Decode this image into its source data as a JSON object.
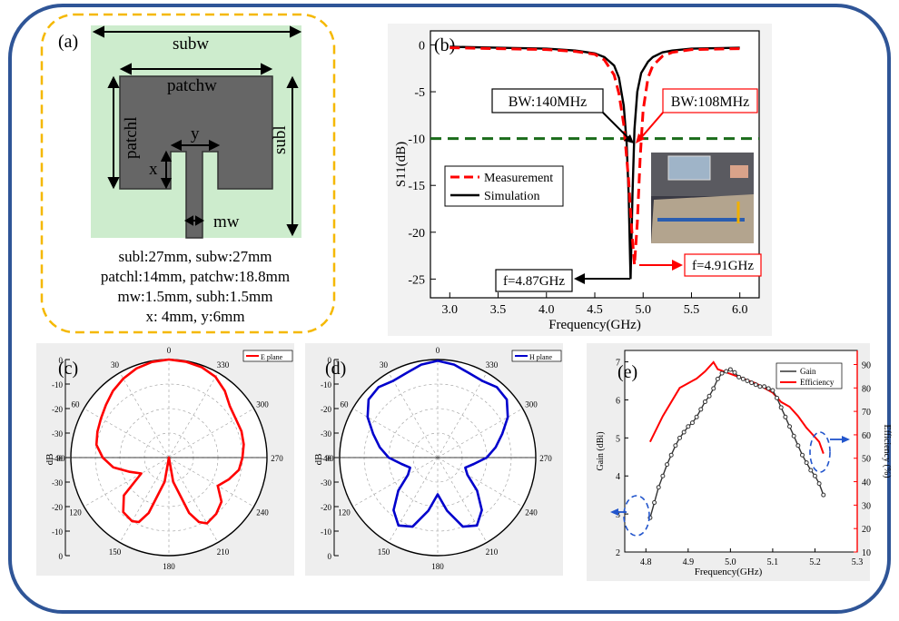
{
  "colors": {
    "frame": "#2f5597",
    "panel_a_border": "#f5b800",
    "substrate": "#cdeccd",
    "patch": "#666666",
    "measurement": "#ff0000",
    "simulation": "#000000",
    "threshold": "#1a6b1a",
    "e_plane": "#ff0000",
    "h_plane": "#0000cc",
    "gain": "#333333",
    "efficiency": "#ff0000",
    "marker_arrow": "#2255cc"
  },
  "panel_a": {
    "label": "(a)",
    "dims": {
      "subw": "subw",
      "subl": "subl",
      "patchw": "patchw",
      "patchl": "patchl",
      "x": "x",
      "y": "y",
      "mw": "mw"
    },
    "specs": [
      "subl:27mm, subw:27mm",
      "patchl:14mm, patchw:18.8mm",
      "mw:1.5mm, subh:1.5mm",
      "x: 4mm, y:6mm"
    ]
  },
  "panel_b": {
    "label": "(b)",
    "annotations": {
      "bw_sim": "BW:140MHz",
      "bw_meas": "BW:108MHz",
      "f_sim": "f=4.87GHz",
      "f_meas": "f=4.91GHz"
    },
    "photo_icon": "antenna-measurement-photo"
  },
  "panel_c": {
    "label": "(c)"
  },
  "panel_d": {
    "label": "(d)"
  },
  "panel_e": {
    "label": "(e)"
  },
  "chart_data": [
    {
      "id": "b",
      "type": "line",
      "xlabel": "Frequency(GHz)",
      "ylabel": "S11(dB)",
      "xlim": [
        2.8,
        6.2
      ],
      "ylim": [
        -27,
        1.5
      ],
      "xticks": [
        3.0,
        3.5,
        4.0,
        4.5,
        5.0,
        5.5,
        6.0
      ],
      "yticks": [
        0,
        -5,
        -10,
        -15,
        -20,
        -25
      ],
      "xtick_labels": [
        "3.0",
        "3.5",
        "4.0",
        "4.5",
        "5.0",
        "5.5",
        "6.0"
      ],
      "ytick_labels": [
        "0",
        "-5",
        "-10",
        "-15",
        "-20",
        "-25"
      ],
      "threshold": -10,
      "legend": "left-middle",
      "series": [
        {
          "name": "Measurement",
          "style": "dashed",
          "x": [
            3.0,
            3.5,
            4.0,
            4.3,
            4.5,
            4.6,
            4.7,
            4.75,
            4.8,
            4.85,
            4.88,
            4.91,
            4.94,
            4.97,
            5.0,
            5.05,
            5.1,
            5.2,
            5.3,
            5.5,
            6.0
          ],
          "y": [
            -0.3,
            -0.4,
            -0.5,
            -0.7,
            -1.0,
            -1.6,
            -3.2,
            -5.2,
            -8.5,
            -14.5,
            -19.5,
            -23.5,
            -19.0,
            -12.0,
            -7.0,
            -3.5,
            -2.2,
            -1.2,
            -0.8,
            -0.5,
            -0.4
          ]
        },
        {
          "name": "Simulation",
          "style": "solid",
          "x": [
            3.0,
            3.5,
            4.0,
            4.3,
            4.5,
            4.6,
            4.7,
            4.75,
            4.8,
            4.83,
            4.85,
            4.87,
            4.89,
            4.91,
            4.94,
            4.98,
            5.05,
            5.1,
            5.2,
            5.3,
            5.5,
            6.0
          ],
          "y": [
            -0.2,
            -0.3,
            -0.4,
            -0.6,
            -0.9,
            -1.3,
            -2.2,
            -3.5,
            -6.5,
            -10.5,
            -16.0,
            -25.0,
            -16.0,
            -9.0,
            -5.0,
            -3.0,
            -1.8,
            -1.3,
            -0.8,
            -0.6,
            -0.4,
            -0.3
          ]
        }
      ]
    },
    {
      "id": "c",
      "type": "polar",
      "radial_ticks": [
        0,
        -10,
        -20,
        -30,
        -40,
        -30,
        -20,
        -10,
        0
      ],
      "angle_labels": [
        "0",
        "30",
        "60",
        "90",
        "120",
        "150",
        "180",
        "210",
        "240",
        "270",
        "300",
        "330"
      ],
      "r_range_db": [
        -40,
        0
      ],
      "ylabel": "dB",
      "legend": "top-right",
      "series": [
        {
          "name": "E plane",
          "angle": [
            0,
            10,
            20,
            30,
            40,
            50,
            60,
            70,
            80,
            90,
            100,
            110,
            120,
            130,
            140,
            150,
            155,
            160,
            170,
            180,
            190,
            200,
            205,
            210,
            220,
            230,
            240,
            250,
            260,
            270,
            280,
            290,
            300,
            310,
            320,
            330,
            340,
            350
          ],
          "db": [
            0,
            -0.4,
            -1.3,
            -2.8,
            -4.5,
            -6.5,
            -8.0,
            -9.0,
            -10,
            -13,
            -17,
            -23,
            -27,
            -16,
            -11,
            -10,
            -11,
            -16,
            -30,
            -40,
            -30,
            -16,
            -11,
            -9,
            -10,
            -12,
            -17,
            -14,
            -11,
            -10,
            -9,
            -8.5,
            -8.5,
            -7.5,
            -4.5,
            -2.0,
            -0.8,
            -0.3
          ]
        }
      ]
    },
    {
      "id": "d",
      "type": "polar",
      "radial_ticks": [
        0,
        -10,
        -20,
        -30,
        -40,
        -30,
        -20,
        -10,
        0
      ],
      "angle_labels": [
        "0",
        "30",
        "60",
        "90",
        "120",
        "150",
        "180",
        "210",
        "240",
        "270",
        "300",
        "330"
      ],
      "r_range_db": [
        -40,
        0
      ],
      "ylabel": "dB",
      "legend": "top-right",
      "series": [
        {
          "name": "H plane",
          "angle": [
            0,
            10,
            20,
            30,
            40,
            50,
            60,
            70,
            80,
            90,
            100,
            110,
            120,
            130,
            140,
            150,
            160,
            170,
            180,
            190,
            200,
            210,
            220,
            230,
            240,
            250,
            260,
            270,
            280,
            290,
            300,
            310,
            320,
            330,
            340,
            350
          ],
          "db": [
            -0.5,
            -1.5,
            -3.2,
            -3.8,
            -2.5,
            -3.2,
            -7.0,
            -12,
            -16,
            -20,
            -25,
            -28,
            -26,
            -19,
            -12,
            -8,
            -10,
            -18,
            -25,
            -18,
            -10,
            -8,
            -12,
            -19,
            -26,
            -28,
            -25,
            -20,
            -16,
            -12,
            -7.0,
            -3.2,
            -2.5,
            -3.8,
            -3.2,
            -1.5
          ]
        }
      ]
    },
    {
      "id": "e",
      "type": "line",
      "xlabel": "Frequency(GHz)",
      "ylabel": "Gain (dBi)",
      "y2label": "Efficiency (%)",
      "xlim": [
        4.75,
        5.3
      ],
      "ylim": [
        2,
        7.3
      ],
      "y2lim": [
        10,
        96
      ],
      "xticks": [
        4.8,
        4.9,
        5.0,
        5.1,
        5.2,
        5.3
      ],
      "xtick_labels": [
        "4.8",
        "4.9",
        "5.0",
        "5.1",
        "5.2",
        "5.3"
      ],
      "yticks": [
        2,
        3,
        4,
        5,
        6,
        7
      ],
      "ytick_labels": [
        "2",
        "3",
        "4",
        "5",
        "6",
        "7"
      ],
      "y2ticks": [
        10,
        20,
        30,
        40,
        50,
        60,
        70,
        80,
        90
      ],
      "y2tick_labels": [
        "10",
        "20",
        "30",
        "40",
        "50",
        "60",
        "70",
        "80",
        "90"
      ],
      "legend": "top-right",
      "series": [
        {
          "name": "Gain",
          "axis": "left",
          "x": [
            4.81,
            4.82,
            4.83,
            4.84,
            4.85,
            4.86,
            4.87,
            4.88,
            4.89,
            4.9,
            4.91,
            4.92,
            4.93,
            4.94,
            4.95,
            4.96,
            4.97,
            4.98,
            4.99,
            5.0,
            5.01,
            5.02,
            5.03,
            5.04,
            5.05,
            5.06,
            5.07,
            5.08,
            5.09,
            5.1,
            5.11,
            5.12,
            5.13,
            5.14,
            5.15,
            5.16,
            5.17,
            5.18,
            5.19,
            5.2,
            5.21,
            5.22
          ],
          "y": [
            2.9,
            3.3,
            3.7,
            4.0,
            4.3,
            4.55,
            4.8,
            5.0,
            5.15,
            5.3,
            5.4,
            5.55,
            5.75,
            5.95,
            6.1,
            6.3,
            6.55,
            6.7,
            6.75,
            6.8,
            6.72,
            6.6,
            6.55,
            6.5,
            6.45,
            6.4,
            6.35,
            6.35,
            6.3,
            6.25,
            6.05,
            5.8,
            5.55,
            5.3,
            5.05,
            4.8,
            4.55,
            4.35,
            4.15,
            4.0,
            3.8,
            3.5
          ]
        },
        {
          "name": "Efficiency",
          "axis": "right",
          "x": [
            4.81,
            4.84,
            4.86,
            4.88,
            4.9,
            4.92,
            4.94,
            4.96,
            4.97,
            5.0,
            5.03,
            5.06,
            5.08,
            5.1,
            5.12,
            5.14,
            5.16,
            5.18,
            5.2,
            5.21,
            5.22
          ],
          "y": [
            57,
            68,
            74,
            80,
            82,
            84,
            87,
            91,
            88,
            86,
            84,
            82,
            80,
            78,
            74,
            72,
            68,
            63,
            59,
            57,
            52
          ]
        }
      ]
    }
  ]
}
